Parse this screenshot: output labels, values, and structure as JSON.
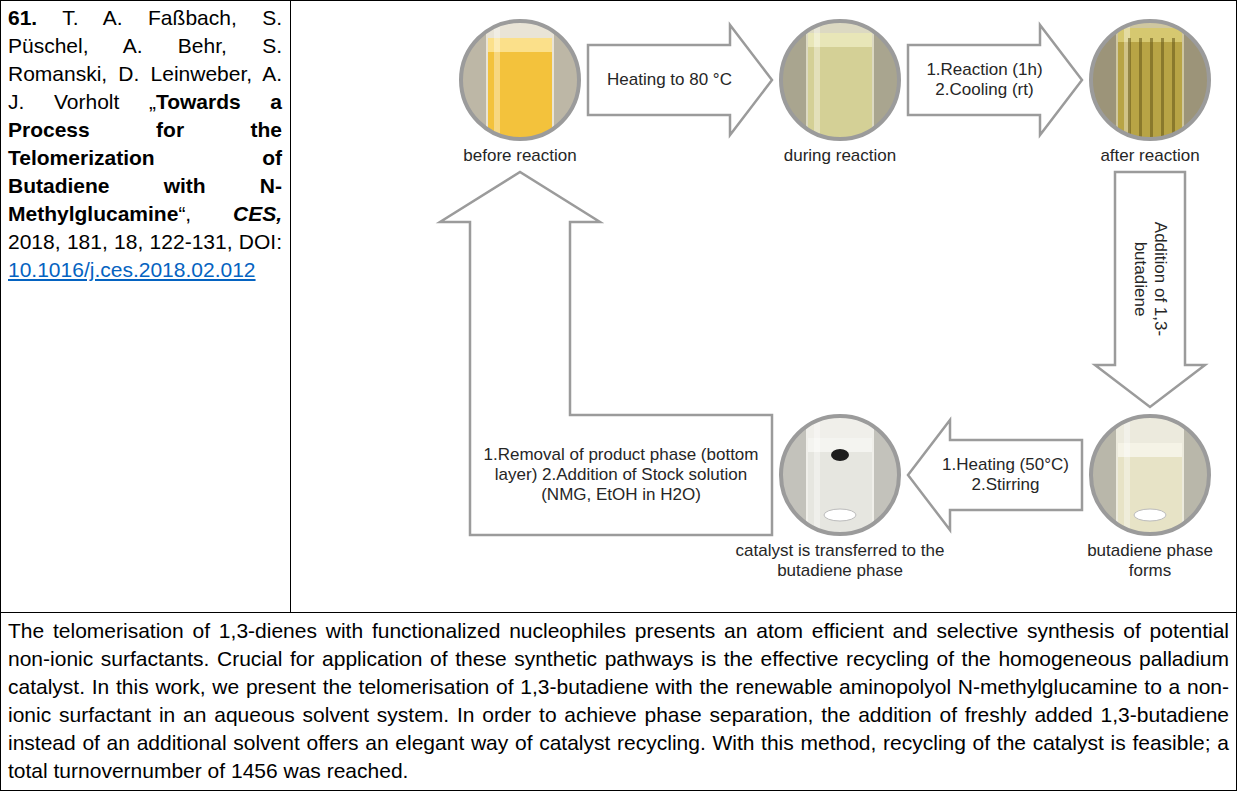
{
  "diagram": {
    "nodes": [
      {
        "text": [
          "61.",
          "T. A. Faßbach, S. Püschel, A. Behr, S. Romanski, D. Leinweber, A. J. Vorholt „",
          "Towards a Process for the Telomerization of Butadiene with N-Methylglucamine",
          "“,",
          "CES,",
          "2018, 181, 18, 122-131, DOI:",
          "10.1016/j.ces.2018.02.012"
        ]
      },
      {
        "text": [
          "before reaction"
        ]
      },
      {
        "text": [
          "during reaction"
        ]
      },
      {
        "text": [
          "after reaction"
        ]
      },
      {
        "text": [
          "butadiene phase forms"
        ]
      },
      {
        "text": [
          "catalyst is transferred to the butadiene phase"
        ]
      },
      {
        "text": [
          "The telomerisation of 1,3-dienes with functionalized nucleophiles presents an atom efficient and selective synthesis of potential non-ionic surfactants. Crucial for application of these synthetic pathways is the effective recycling of the homogeneous palladium catalyst. In this work, we present the telomerisation of 1,3-butadiene with the renewable aminopolyol N-methylglucamine to a non-ionic surfactant in an aqueous solvent system. In order to achieve phase separation, the addition of freshly added 1,3-butadiene instead of an additional solvent offers an elegant way of catalyst recycling. With this method, recycling of the catalyst is feasible; a total turnovernumber of 1456 was reached."
        ]
      }
    ],
    "edges": [
      {
        "from": 1,
        "to": 2,
        "label": "Heating to 80 °C",
        "arrow": "to"
      },
      {
        "from": 2,
        "to": 3,
        "label": "1.Reaction (1h) 2.Cooling (rt)",
        "arrow": "to"
      },
      {
        "from": 3,
        "to": 4,
        "label": "Addition of 1,3-butadiene",
        "arrow": "to"
      },
      {
        "from": 4,
        "to": 5,
        "label": "1.Heating (50°C) 2.Stirring",
        "arrow": "to"
      },
      {
        "from": 5,
        "to": 1,
        "label": "1.Removal of product phase (bottom layer) 2.Addition of Stock solution (NMG, EtOH in H2O)",
        "arrow": "to"
      }
    ]
  }
}
